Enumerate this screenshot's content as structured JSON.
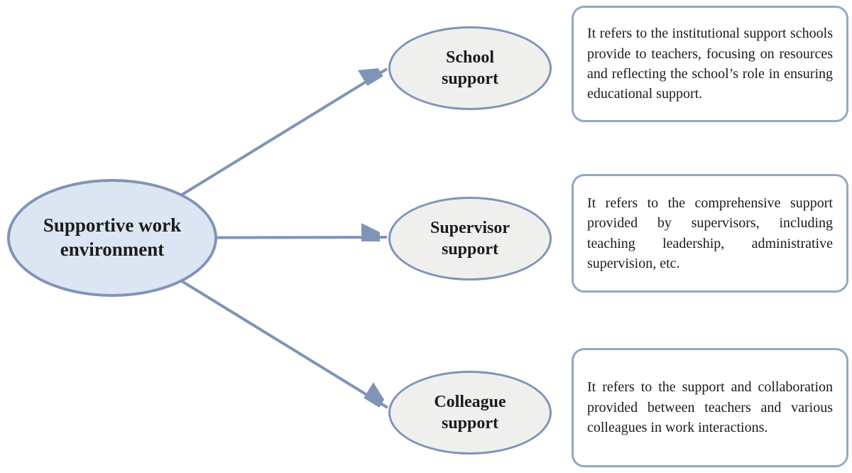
{
  "diagram": {
    "root_label": "Supportive work environment",
    "nodes": [
      {
        "id": "school",
        "label": "School support",
        "description": "It refers to the institutional support schools provide to teachers, focusing on resources and reflecting the school’s role in ensuring educational support."
      },
      {
        "id": "supervisor",
        "label": "Supervisor support",
        "description": "It refers to the comprehensive support provided by supervisors, including teaching leadership, administrative supervision, etc."
      },
      {
        "id": "colleague",
        "label": "Colleague support",
        "description": "It refers to the support and collaboration provided between teachers and various colleagues in work interactions."
      }
    ],
    "colors": {
      "root_fill": "#dbe6f2",
      "node_fill": "#eff0ee",
      "stroke": "#8094b8",
      "box_border": "#92a8c6",
      "box_fill": "#ffffff",
      "text": "#1b1b1b"
    }
  }
}
